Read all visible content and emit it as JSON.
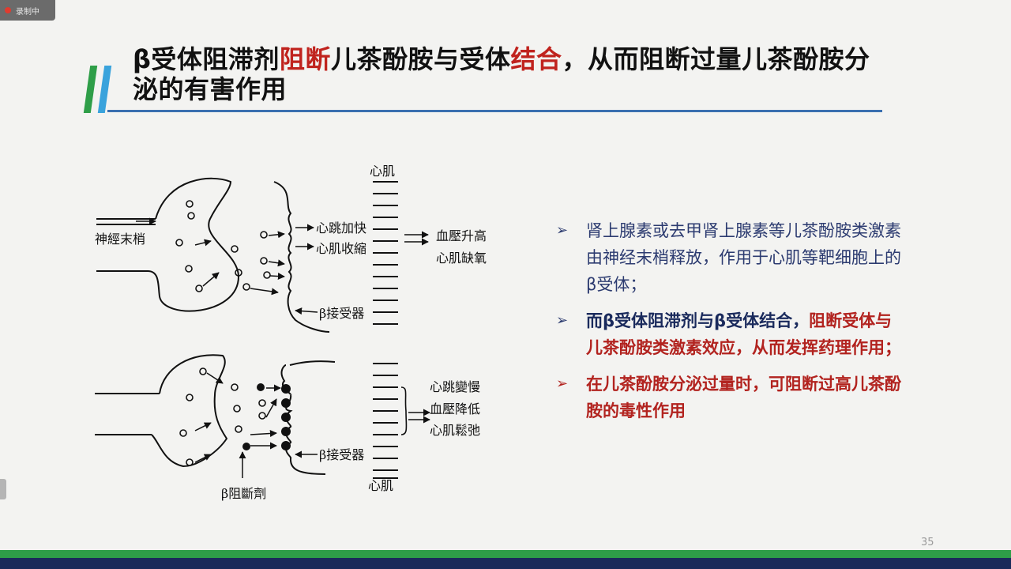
{
  "recording": {
    "label": "录制中"
  },
  "slide": {
    "title": {
      "p1": "β受体阻滞剂",
      "p2": "阻断",
      "p3": "儿茶酚胺与受体",
      "p4": "结合",
      "p5": "，从而阻断过量儿茶酚胺分泌的有害作用"
    },
    "diagram": {
      "top": {
        "nerve_label": "神經末梢",
        "heart_label": "心肌",
        "effect1": "心跳加快",
        "effect2": "心肌收縮",
        "result1": "血壓升高",
        "result2": "心肌缺氧",
        "receptor_label": "β接受器"
      },
      "bottom": {
        "effect1": "心跳變慢",
        "effect2": "血壓降低",
        "effect3": "心肌鬆弛",
        "receptor_label": "β接受器",
        "blocker_label": "β阻斷劑",
        "heart_label": "心肌"
      }
    },
    "bullets": {
      "b1": "肾上腺素或去甲肾上腺素等儿茶酚胺类激素由神经末梢释放，作用于心肌等靶细胞上的β受体；",
      "b2_blue": "而β受体阻滞剂与β受体结合，",
      "b2_red": "阻断受体与儿茶酚胺类激素效应，从而发挥药理作用；",
      "b3": "在儿茶酚胺分泌过量时，可阻断过高儿茶酚胺的毒性作用"
    },
    "page_number": "35"
  },
  "colors": {
    "accent_red": "#c0231e",
    "title_rule": "#3a6fb0",
    "green": "#2e9e48",
    "navy": "#1a2a5a"
  }
}
